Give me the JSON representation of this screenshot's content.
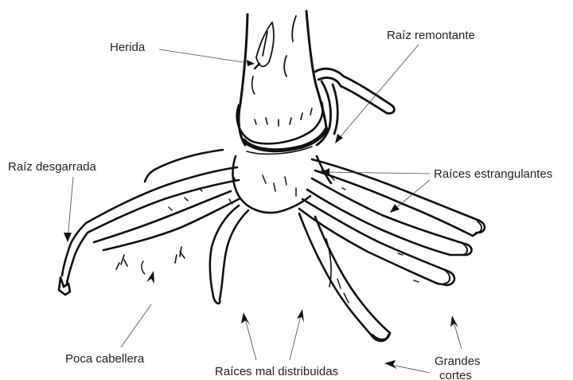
{
  "labels": {
    "herida": "Herida",
    "raiz_remontante": "Raíz remontante",
    "raiz_desgarrada": "Raíz desgarrada",
    "raices_estrangulantes": "Raíces estrangulantes",
    "poca_cabellera": "Poca cabellera",
    "raices_mal_distribuidas": "Raíces mal distribuidas",
    "grandes_cortes_line1": "Grandes",
    "grandes_cortes_line2": "cortes"
  },
  "colors": {
    "ink": "#111111",
    "text": "#222222",
    "background": "#ffffff"
  }
}
